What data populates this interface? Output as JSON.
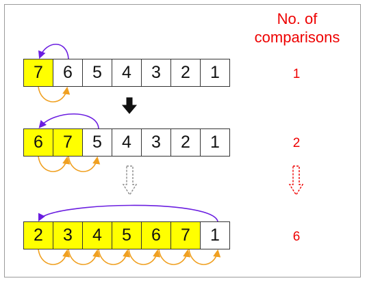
{
  "header": {
    "line1": "No. of",
    "line2": "comparisons"
  },
  "steps": [
    {
      "cells": [
        "7",
        "6",
        "5",
        "4",
        "3",
        "2",
        "1"
      ],
      "highlighted": 1,
      "comparisons": "1"
    },
    {
      "cells": [
        "6",
        "7",
        "5",
        "4",
        "3",
        "2",
        "1"
      ],
      "highlighted": 2,
      "comparisons": "2"
    },
    {
      "cells": [
        "2",
        "3",
        "4",
        "5",
        "6",
        "7",
        "1"
      ],
      "highlighted": 6,
      "comparisons": "6"
    }
  ],
  "colors": {
    "highlight": "#ffff00",
    "comparison_arc": "#f0a020",
    "insertion_arc": "#6a1de0",
    "counter_text": "#ee0000"
  }
}
